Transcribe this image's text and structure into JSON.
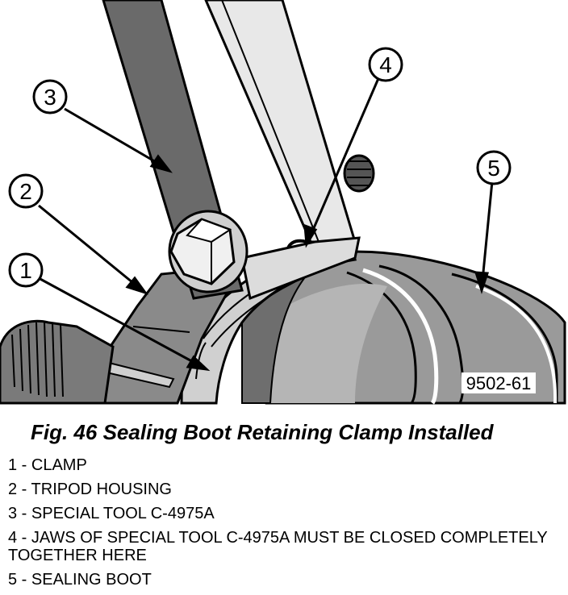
{
  "figure": {
    "caption": "Fig. 46 Sealing Boot Retaining Clamp Installed",
    "code": "9502-61",
    "callouts": [
      "1",
      "2",
      "3",
      "4",
      "5"
    ]
  },
  "legend": [
    {
      "text": "1 - CLAMP"
    },
    {
      "text": "2 - TRIPOD HOUSING"
    },
    {
      "text": "3 - SPECIAL TOOL C-4975A"
    },
    {
      "text": "4 - JAWS OF SPECIAL TOOL C-4975A MUST BE CLOSED COMPLETELY TOGETHER HERE"
    },
    {
      "text": "5 - SEALING BOOT"
    }
  ],
  "icons": {
    "figure": "technical-line-drawing"
  }
}
